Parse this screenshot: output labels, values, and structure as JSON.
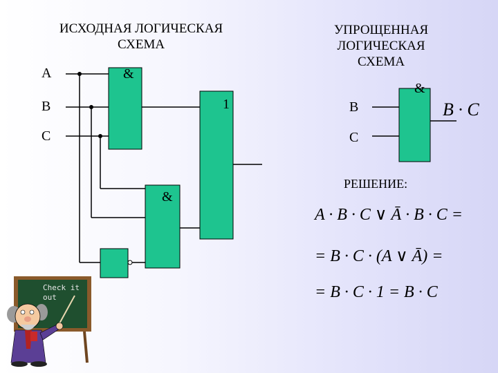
{
  "left_title": "ИСХОДНАЯ ЛОГИЧЕСКАЯ СХЕМА",
  "right_title": "УПРОЩЕННАЯ ЛОГИЧЕСКАЯ СХЕМА",
  "inputs_left": {
    "a": "A",
    "b": "B",
    "c": "C"
  },
  "inputs_right": {
    "b": "B",
    "c": "C"
  },
  "gates": {
    "and_top": "&",
    "or_gate": "1",
    "and_bottom": "&",
    "and_simplified": "&"
  },
  "output_right": "B · C",
  "solution_label": "РЕШЕНИЕ:",
  "solution_lines": [
    "A · B · C ∨ Ā · B · C =",
    "= B · C · (A ∨ Ā) =",
    "= B · C · 1 = B · C"
  ],
  "chalkboard_text": "Check it out",
  "colors": {
    "gate_fill": "#1ec48f",
    "wire": "#000000"
  }
}
